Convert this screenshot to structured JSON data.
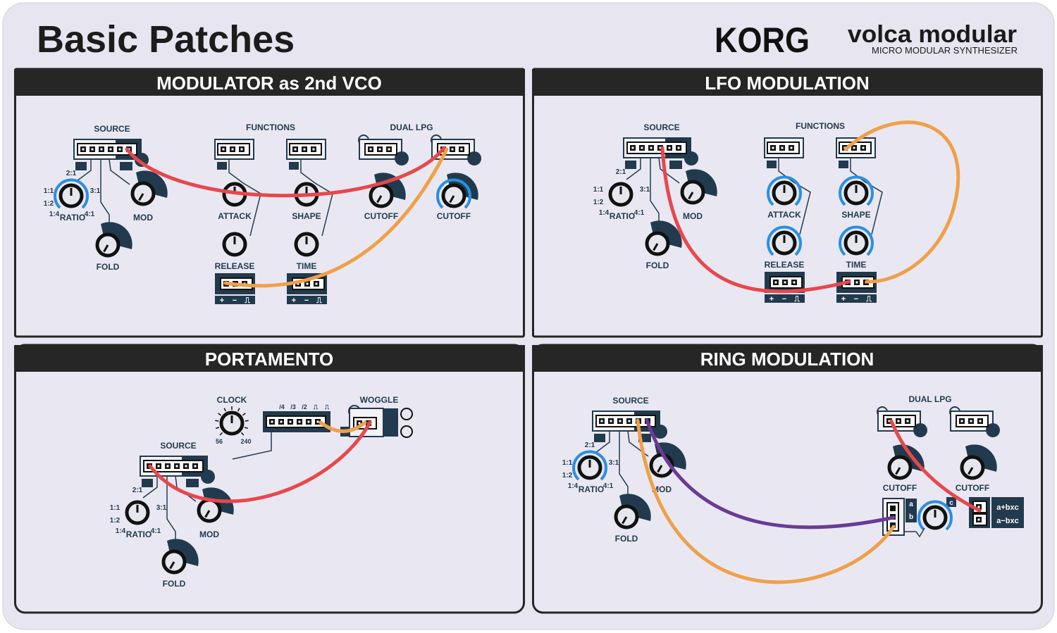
{
  "header": {
    "title": "Basic Patches",
    "brand": "KORG",
    "product": "volca modular",
    "subtitle": "MICRO MODULAR SYNTHESIZER"
  },
  "colors": {
    "card": "#e6e5f0",
    "panel_header": "#262626",
    "ink": "#223a4e",
    "cable_red": "#e8474c",
    "cable_orange": "#f0a04a",
    "cable_purple": "#6a3a98",
    "indicator_blue": "#2b8fe0"
  },
  "panels": [
    {
      "title": "MODULATOR as 2nd VCO",
      "source": {
        "label": "SOURCE",
        "ratio": "RATIO",
        "marks": [
          "2:1",
          "1:1",
          "3:1",
          "1:2",
          "1:4",
          "4:1"
        ],
        "mod": "MOD",
        "fold": "FOLD"
      },
      "functions": {
        "label": "FUNCTIONS",
        "attack": "ATTACK",
        "shape": "SHAPE",
        "release": "RELEASE",
        "time": "TIME",
        "outputs": [
          "+",
          "−",
          "⎍"
        ]
      },
      "lpg": {
        "label": "DUAL LPG",
        "cutoff": [
          "CUTOFF",
          "CUTOFF"
        ]
      }
    },
    {
      "title": "LFO MODULATION",
      "source": {
        "label": "SOURCE",
        "ratio": "RATIO",
        "marks": [
          "2:1",
          "1:1",
          "3:1",
          "1:2",
          "1:4",
          "4:1"
        ],
        "mod": "MOD",
        "fold": "FOLD"
      },
      "functions": {
        "label": "FUNCTIONS",
        "attack": "ATTACK",
        "shape": "SHAPE",
        "release": "RELEASE",
        "time": "TIME",
        "outputs": [
          "+",
          "−",
          "⎍"
        ]
      }
    },
    {
      "title": "PORTAMENTO",
      "source": {
        "label": "SOURCE",
        "ratio": "RATIO",
        "marks": [
          "2:1",
          "1:1",
          "3:1",
          "1:2",
          "1:4",
          "4:1"
        ],
        "mod": "MOD",
        "fold": "FOLD"
      },
      "clock": {
        "label": "CLOCK",
        "min": "56",
        "max": "240",
        "divisions": [
          "/4",
          "/3",
          "/2",
          "⎍",
          "⎍"
        ]
      },
      "woggle": {
        "label": "WOGGLE"
      }
    },
    {
      "title": "RING MODULATION",
      "source": {
        "label": "SOURCE",
        "ratio": "RATIO",
        "marks": [
          "2:1",
          "1:1",
          "3:1",
          "1:2",
          "1:4",
          "4:1"
        ],
        "mod": "MOD",
        "fold": "FOLD"
      },
      "lpg": {
        "label": "DUAL LPG",
        "cutoff": [
          "CUTOFF",
          "CUTOFF"
        ]
      },
      "ringmod": {
        "input_a": "a",
        "input_b": "b",
        "input_c": "c",
        "out1": "a+bxc",
        "out2": "a−bxc"
      }
    }
  ]
}
